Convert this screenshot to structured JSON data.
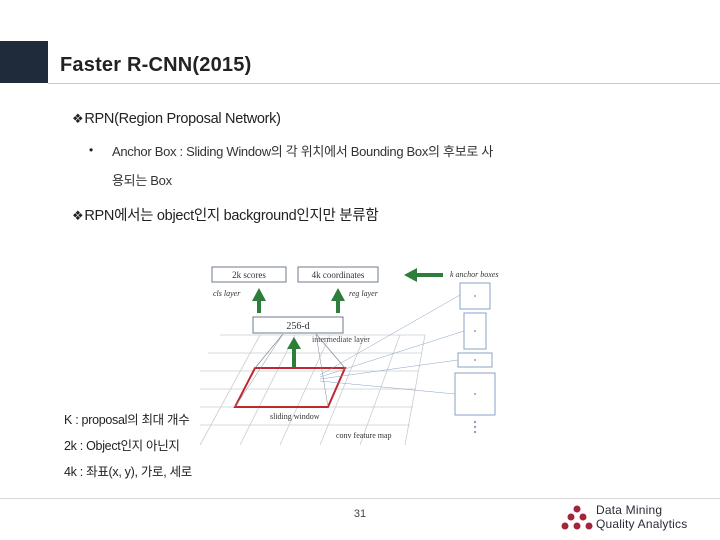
{
  "slide": {
    "title": "Faster R-CNN(2015)",
    "bullet1": "RPN(Region Proposal Network)",
    "sub_line1": "Anchor Box : Sliding Window의 각 위치에서 Bounding Box의 후보로 사",
    "sub_line2": "용되는 Box",
    "bullet2": "RPN에서는 object인지 background인지만 분류함",
    "notes": [
      "K : proposal의 최대 개수",
      "2k : Object인지 아닌지",
      "4k : 좌표(x, y), 가로, 세로"
    ],
    "page_number": "31"
  },
  "figure": {
    "scores_label": "2k scores",
    "coords_label": "4k coordinates",
    "anchor_label": "k anchor boxes",
    "cls_label": "cls layer",
    "reg_label": "reg layer",
    "d256_label": "256-d",
    "intermediate_label": "intermediate layer",
    "sliding_label": "sliding window",
    "conv_label": "conv feature map"
  },
  "logo": {
    "line1": "Data Mining",
    "line2": "Quality Analytics"
  },
  "colors": {
    "title_bar": "#1f2a3a",
    "arrow_green": "#2e7d3a",
    "window_red": "#c0282d",
    "logo_accent": "#a3243b"
  }
}
